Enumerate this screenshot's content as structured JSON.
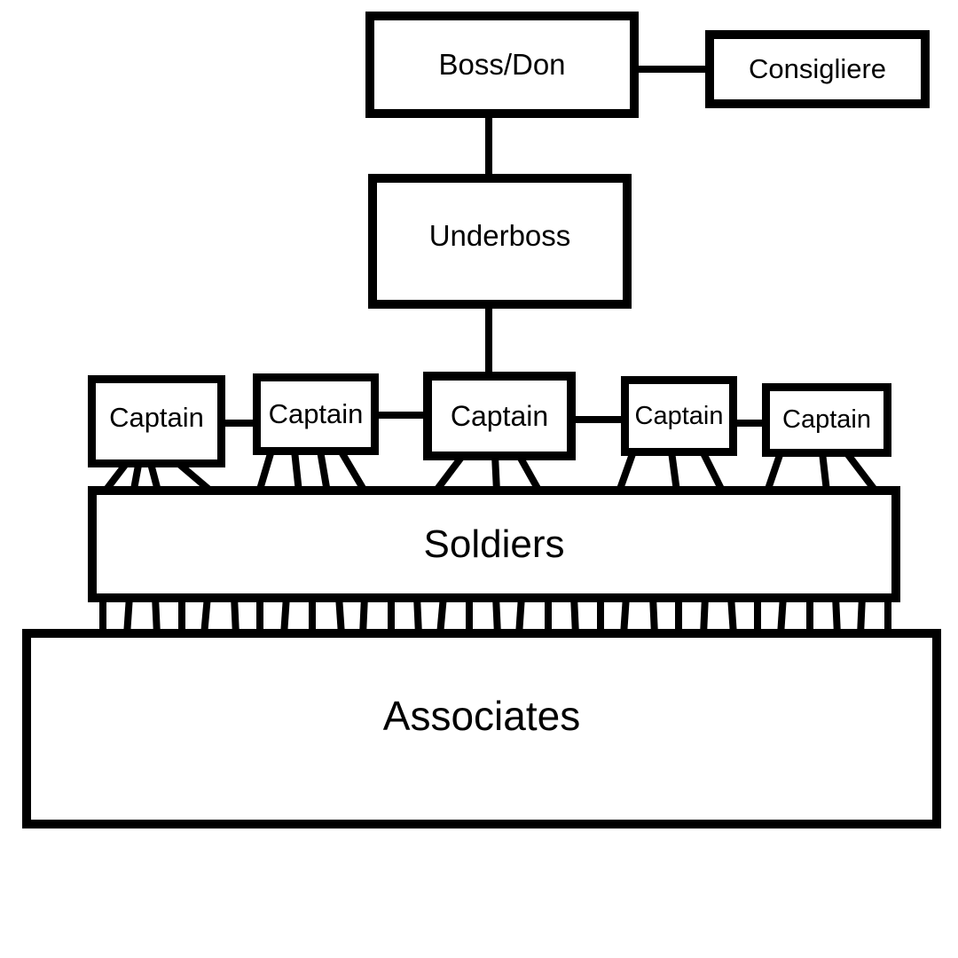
{
  "colors": {
    "stroke": "#000000",
    "box_fill": "#ffffff",
    "background": "#ffffff",
    "text": "#000000"
  },
  "org_chart": {
    "type": "hierarchy-diagram",
    "nodes": {
      "boss": {
        "label": "Boss/Don"
      },
      "consigliere": {
        "label": "Consigliere"
      },
      "underboss": {
        "label": "Underboss"
      },
      "captains": [
        "Captain",
        "Captain",
        "Captain",
        "Captain",
        "Captain"
      ],
      "soldiers": {
        "label": "Soldiers"
      },
      "associates": {
        "label": "Associates"
      }
    },
    "edges": [
      {
        "from": "boss",
        "to": "consigliere",
        "style": "single-horizontal-line"
      },
      {
        "from": "boss",
        "to": "underboss",
        "style": "single-vertical-line"
      },
      {
        "from": "underboss",
        "to": "captain-3",
        "style": "single-vertical-line"
      },
      {
        "from": "captain-1",
        "to": "captain-2",
        "style": "single-horizontal-line"
      },
      {
        "from": "captain-2",
        "to": "captain-3",
        "style": "single-horizontal-line"
      },
      {
        "from": "captain-3",
        "to": "captain-4",
        "style": "single-horizontal-line"
      },
      {
        "from": "captain-4",
        "to": "captain-5",
        "style": "single-horizontal-line"
      },
      {
        "from": "captain-1",
        "to": "soldiers",
        "style": "four-splayed-legs"
      },
      {
        "from": "captain-2",
        "to": "soldiers",
        "style": "four-splayed-legs"
      },
      {
        "from": "captain-3",
        "to": "soldiers",
        "style": "three-splayed-legs"
      },
      {
        "from": "captain-4",
        "to": "soldiers",
        "style": "three-splayed-legs"
      },
      {
        "from": "captain-5",
        "to": "soldiers",
        "style": "three-splayed-legs"
      },
      {
        "from": "soldiers",
        "to": "associates",
        "style": "many-short-vertical-ties"
      }
    ]
  }
}
